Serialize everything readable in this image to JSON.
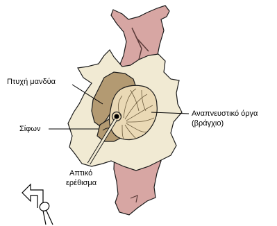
{
  "labels": {
    "mantle_fold": "Πτυχή μανδύα",
    "siphon": "Σίφων",
    "respiratory_organ_line1": "Αναπνευστικό όργα",
    "respiratory_organ_line2": "(βράγχιο)",
    "tactile_stimulus_line1": "Απτικό",
    "tactile_stimulus_line2": "ερέθισμα"
  },
  "icons": [
    "arrow-icon",
    "touch-probe-icon"
  ],
  "colors": {
    "body_pink": "#d7a6a3",
    "mantle_cream": "#f1ead3",
    "mantle_fold_brown": "#b39a72",
    "gill_light": "#ead9b5",
    "outline": "#1a1a1a"
  }
}
